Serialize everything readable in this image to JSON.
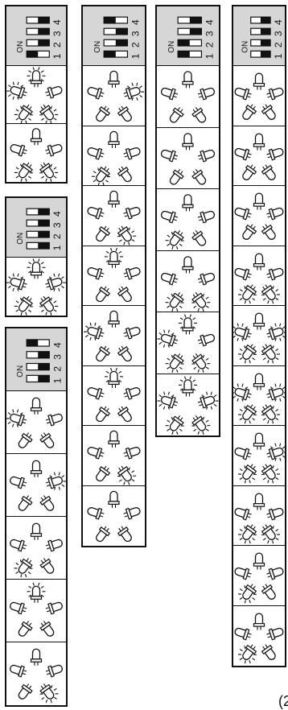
{
  "labels": {
    "on": "ON",
    "positions": [
      "1",
      "2",
      "3",
      "4"
    ]
  },
  "modules": [
    {
      "switches": [
        true,
        false,
        false,
        false
      ],
      "patterns": [
        [
          true,
          true,
          false,
          true,
          true
        ],
        [
          false,
          false,
          false,
          true,
          true
        ]
      ]
    },
    {
      "switches": [
        false,
        false,
        false,
        false
      ],
      "patterns": [
        [
          true,
          true,
          true,
          true,
          true
        ]
      ]
    },
    {
      "switches": [
        false,
        false,
        false,
        true
      ],
      "patterns": [
        [
          false,
          true,
          false,
          false,
          false
        ],
        [
          false,
          false,
          true,
          false,
          false
        ],
        [
          false,
          false,
          false,
          true,
          false
        ],
        [
          true,
          false,
          false,
          false,
          false
        ],
        [
          false,
          false,
          false,
          false,
          true
        ]
      ]
    },
    {
      "switches": [
        true,
        false,
        false,
        true
      ],
      "patterns": [
        [
          false,
          false,
          true,
          false,
          false
        ],
        [
          false,
          false,
          false,
          true,
          false
        ],
        [
          false,
          false,
          false,
          false,
          true
        ],
        [
          true,
          false,
          false,
          false,
          false
        ],
        [
          false,
          true,
          false,
          false,
          false
        ],
        [
          true,
          false,
          false,
          false,
          false
        ],
        [
          false,
          false,
          false,
          false,
          true
        ],
        [
          false,
          false,
          false,
          false,
          false
        ]
      ]
    },
    {
      "switches": [
        true,
        true,
        false,
        false
      ],
      "patterns": [
        [
          false,
          false,
          false,
          false,
          false
        ],
        [
          false,
          false,
          false,
          false,
          false
        ],
        [
          false,
          false,
          false,
          true,
          false
        ],
        [
          false,
          false,
          false,
          true,
          true
        ],
        [
          true,
          true,
          false,
          true,
          true
        ],
        [
          true,
          true,
          true,
          true,
          true
        ]
      ]
    },
    {
      "switches": [
        false,
        false,
        false,
        false
      ],
      "patterns": [
        [
          false,
          false,
          false,
          false,
          false
        ],
        [
          false,
          false,
          false,
          false,
          false
        ],
        [
          false,
          false,
          false,
          false,
          false
        ],
        [
          false,
          false,
          false,
          true,
          true
        ],
        [
          false,
          true,
          true,
          true,
          true
        ],
        [
          false,
          true,
          true,
          true,
          true
        ],
        [
          false,
          false,
          true,
          true,
          true
        ],
        [
          false,
          false,
          false,
          true,
          true
        ],
        [
          false,
          false,
          false,
          true,
          false
        ],
        [
          false,
          false,
          false,
          true,
          false
        ]
      ]
    }
  ],
  "page_number": "(2"
}
